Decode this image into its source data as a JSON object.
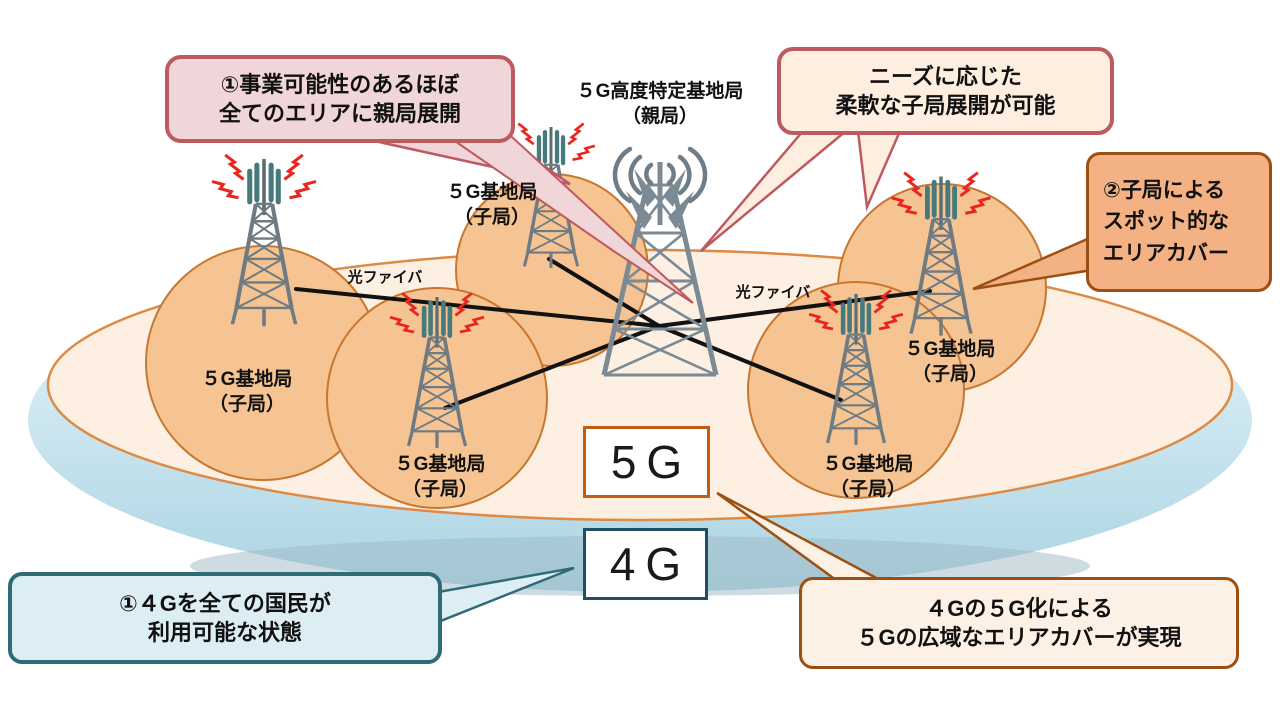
{
  "diagram": {
    "callouts": {
      "parent_deployment": "①事業可能性のあるほぼ\n全てのエリアに親局展開",
      "flexible_child": "ニーズに応じた\n柔軟な子局展開が可能",
      "spot_coverage": "②子局による\nスポット的な\nエリアカバー",
      "four_g_nationwide": "①４Gを全ての国民が\n利用可能な状態",
      "wide_area": "４Gの５G化による\n５Gの広域なエリアカバーが実現"
    },
    "labels": {
      "parent_station": "５G高度特定基地局\n（親局）",
      "child_station": "５G基地局\n（子局）",
      "optical_fiber": "光ファイバ",
      "five_g_badge": "5G",
      "four_g_badge": "4G"
    },
    "icons": {
      "parent_tower": "radio-tower-icon",
      "child_tower": "radio-tower-icon",
      "radio_waves": "radio-waves-icon",
      "signal_flash": "lightning-icon"
    },
    "colors": {
      "five_g_area_fill": "#fdf0e2",
      "five_g_area_border": "#dd8a45",
      "child_coverage_fill": "#f6c392",
      "child_coverage_border": "#c8772e",
      "four_g_disc_fill": "#c3e3ee",
      "rose_callout_border": "#bd5a60",
      "pink_callout_fill": "#f0d6d8",
      "cream_callout_fill": "#fdeee0",
      "orange_callout_fill": "#f4b183",
      "orange_callout_border": "#9c4f12",
      "teal_callout_border": "#2f6b74",
      "blue_callout_fill": "#ddedf4",
      "five_g_badge_border": "#c55a11",
      "four_g_badge_border": "#1f4e68",
      "fiber_line": "#121212",
      "lightning": "#e8261f",
      "tower_gray": "#75838c",
      "antenna_teal": "#477a7c"
    }
  }
}
